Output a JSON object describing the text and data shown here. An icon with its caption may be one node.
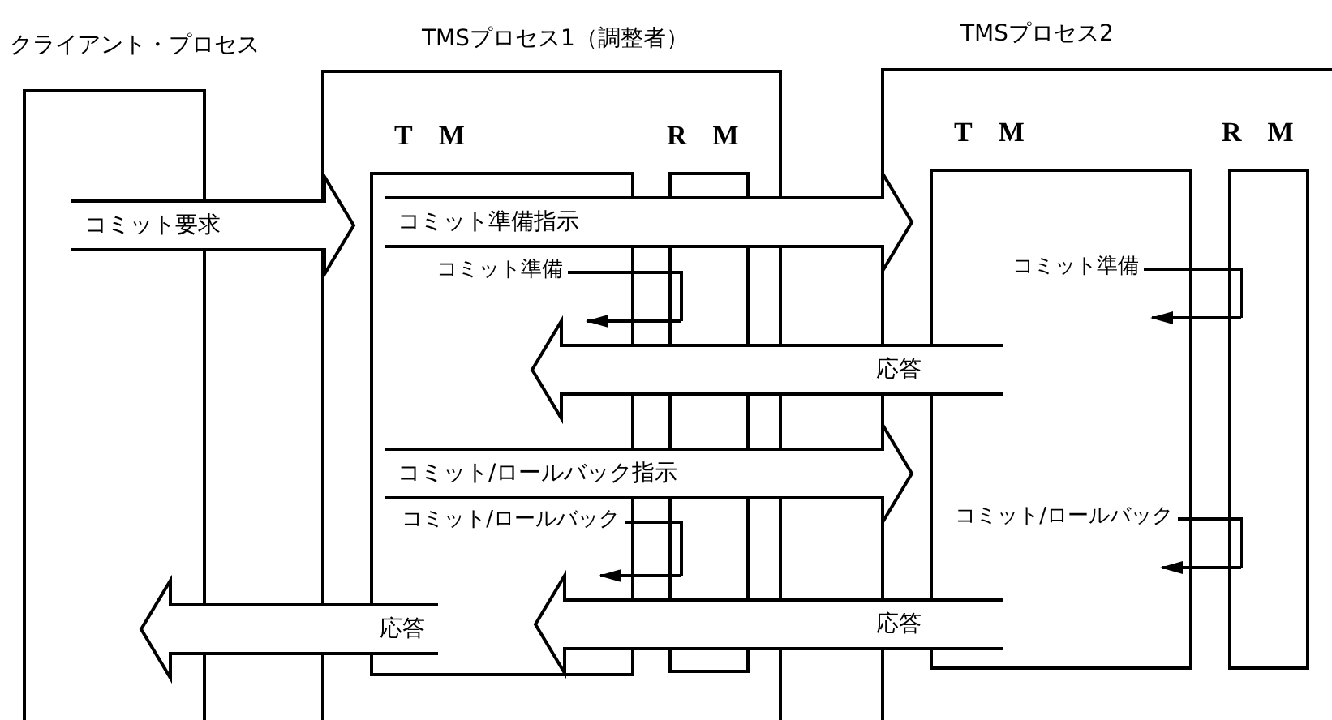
{
  "diagram": {
    "nodes": [
      {
        "text": [
          "クライアント・プロセス"
        ]
      },
      {
        "text": [
          "TMSプロセス1（調整者）"
        ]
      },
      {
        "text": [
          "TM"
        ],
        "in": 1
      },
      {
        "text": [
          "RM"
        ],
        "in": 1
      },
      {
        "text": [
          "TMSプロセス2"
        ]
      },
      {
        "text": [
          "TM"
        ],
        "in": 4
      },
      {
        "text": [
          "RM"
        ],
        "in": 4
      }
    ],
    "edges": [
      {
        "from": 0,
        "to": 2,
        "arrow": "to",
        "label": "コミット要求",
        "style": "thick"
      },
      {
        "from": 2,
        "to": 5,
        "arrow": "to",
        "label": "コミット準備指示",
        "style": "thick"
      },
      {
        "from": 2,
        "to": 3,
        "arrow": "none",
        "label": "コミット準備"
      },
      {
        "from": 3,
        "to": 2,
        "arrow": "to"
      },
      {
        "from": 5,
        "to": 6,
        "arrow": "none",
        "label": "コミット準備"
      },
      {
        "from": 6,
        "to": 5,
        "arrow": "to"
      },
      {
        "from": 5,
        "to": 2,
        "arrow": "to",
        "label": "応答",
        "style": "thick"
      },
      {
        "from": 2,
        "to": 5,
        "arrow": "to",
        "label": "コミット/ロールバック指示",
        "style": "thick"
      },
      {
        "from": 2,
        "to": 3,
        "arrow": "none",
        "label": "コミット/ロールバック"
      },
      {
        "from": 3,
        "to": 2,
        "arrow": "to"
      },
      {
        "from": 5,
        "to": 6,
        "arrow": "none",
        "label": "コミット/ロールバック"
      },
      {
        "from": 6,
        "to": 5,
        "arrow": "to"
      },
      {
        "from": 5,
        "to": 2,
        "arrow": "to",
        "label": "応答",
        "style": "thick"
      },
      {
        "from": 2,
        "to": 0,
        "arrow": "to",
        "label": "応答",
        "style": "thick"
      }
    ]
  }
}
